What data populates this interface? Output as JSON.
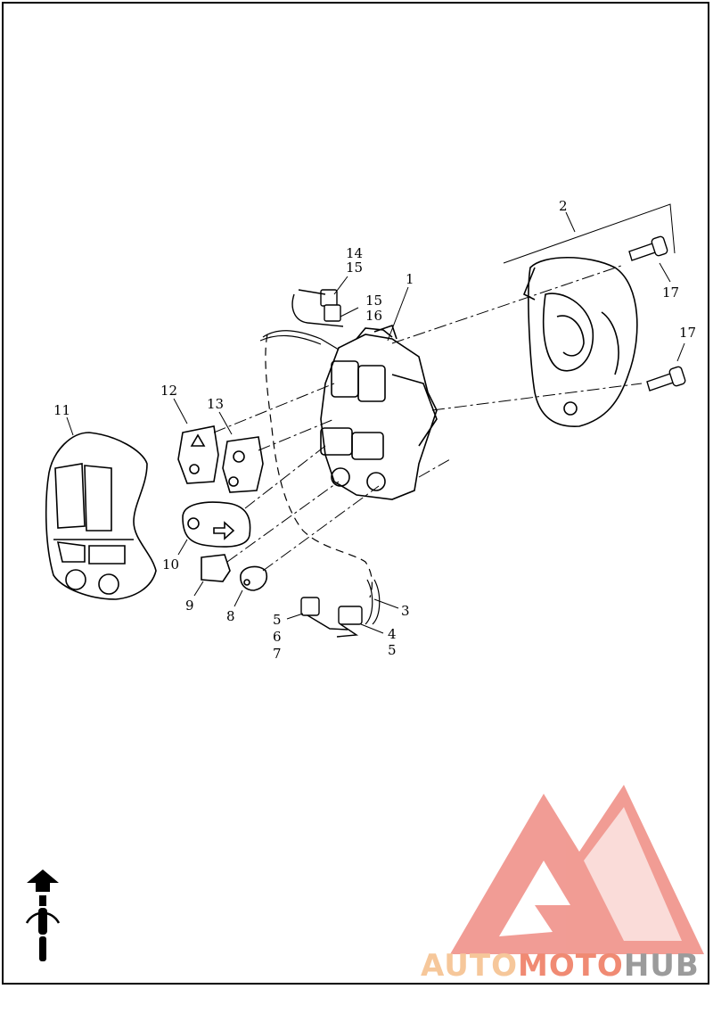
{
  "diagram": {
    "callouts": {
      "c1": "1",
      "c2": "2",
      "c3": "3",
      "c4": "4",
      "c5a": "5",
      "c5b": "5",
      "c6": "6",
      "c7": "7",
      "c8": "8",
      "c9": "9",
      "c10": "10",
      "c11": "11",
      "c12": "12",
      "c13": "13",
      "c14": "14",
      "c15a": "15",
      "c15b": "15",
      "c16": "16",
      "c17a": "17",
      "c17b": "17"
    }
  },
  "watermark": {
    "part1": "AUTO",
    "part2": "MOTO",
    "part3": "HUB",
    "colors": {
      "auto": "#f6c79a",
      "moto": "#f08a73",
      "hub": "#9b9b9b",
      "triangle": "#ef8b82"
    }
  },
  "orientation_icon": "motorcycle-forward-arrow-icon"
}
